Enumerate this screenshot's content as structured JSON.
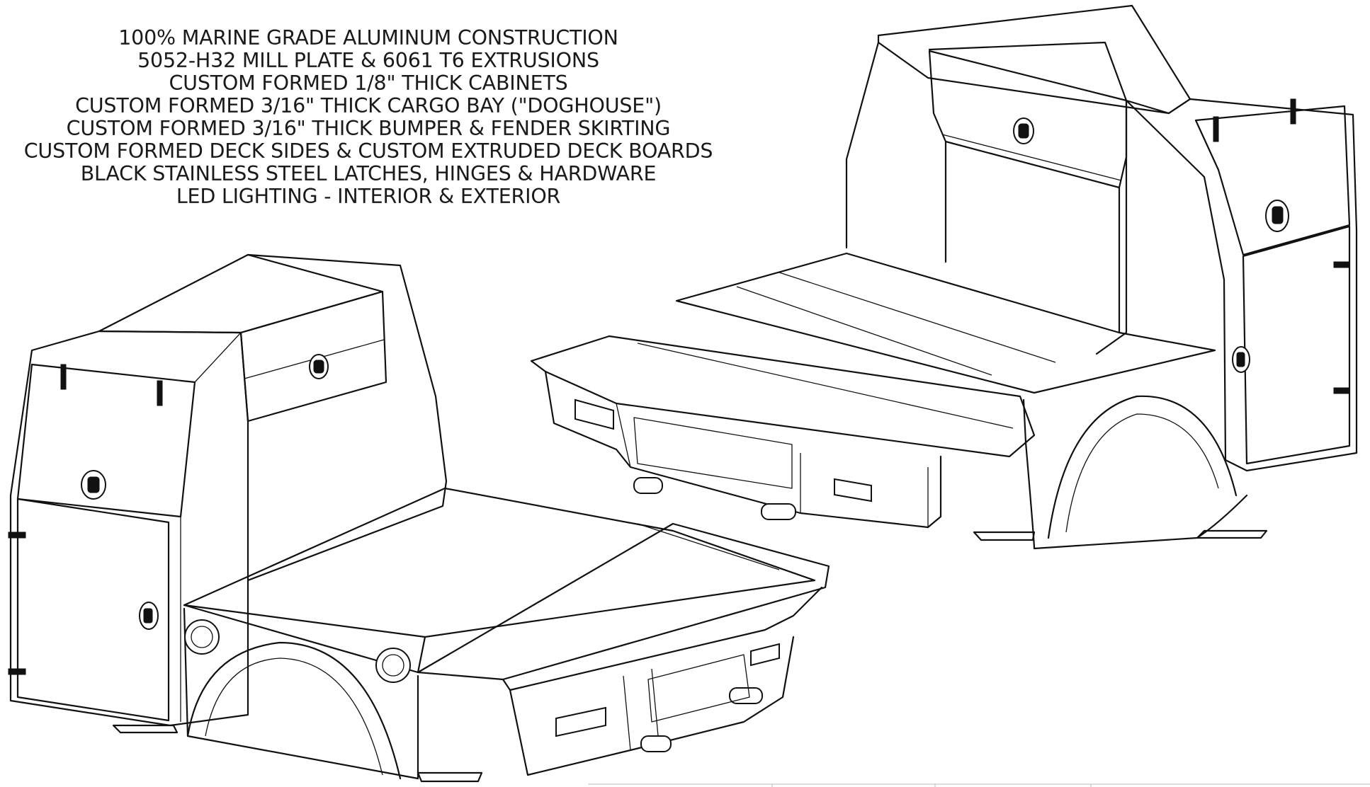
{
  "spec_lines": [
    "100% MARINE GRADE ALUMINUM CONSTRUCTION",
    "5052-H32 MILL PLATE & 6061 T6 EXTRUSIONS",
    "CUSTOM FORMED 1/8\" THICK CABINETS",
    "CUSTOM FORMED 3/16\" THICK CARGO BAY (\"DOGHOUSE\")",
    "CUSTOM FORMED 3/16\" THICK BUMPER & FENDER SKIRTING",
    "CUSTOM FORMED DECK SIDES & CUSTOM EXTRUDED DECK BOARDS",
    "BLACK STAINLESS STEEL LATCHES, HINGES & HARDWARE",
    "LED LIGHTING - INTERIOR & EXTERIOR"
  ],
  "colors": {
    "ink": "#111111",
    "background": "#ffffff"
  }
}
